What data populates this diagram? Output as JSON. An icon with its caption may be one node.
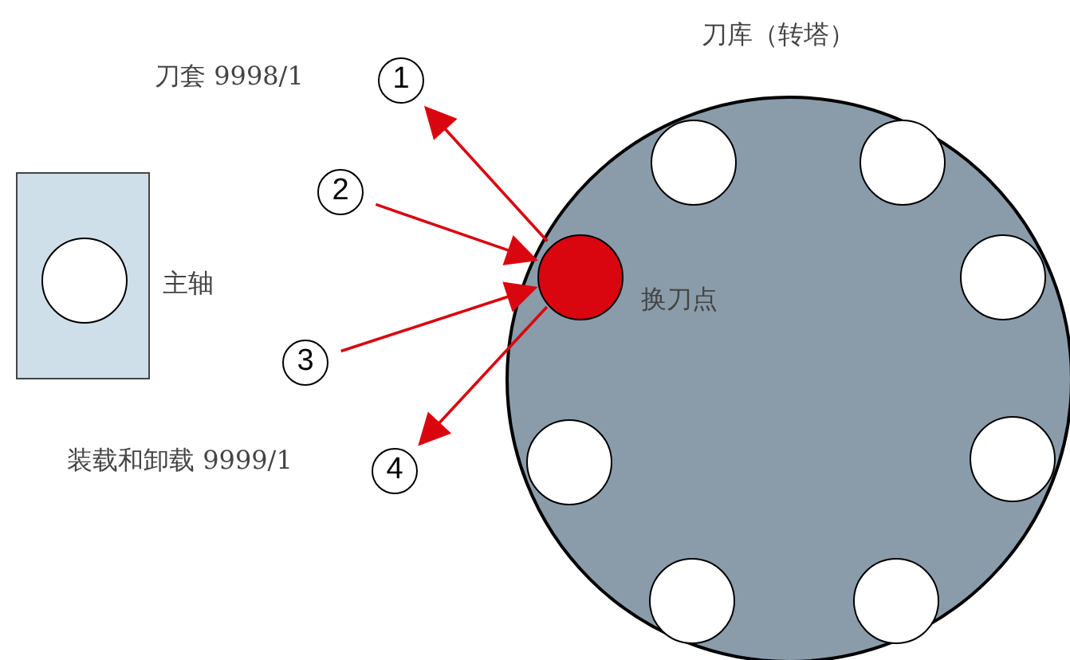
{
  "diagram": {
    "nodes": [
      {
        "text": [
          "刀库（转塔）"
        ]
      },
      {
        "text": [],
        "shape": "circle",
        "in": 0
      },
      {
        "text": [],
        "shape": "circle",
        "in": 0
      },
      {
        "text": [],
        "shape": "circle",
        "in": 0
      },
      {
        "text": [],
        "shape": "circle",
        "in": 0
      },
      {
        "text": [],
        "shape": "circle",
        "in": 0
      },
      {
        "text": [],
        "shape": "circle",
        "in": 0
      },
      {
        "text": [],
        "shape": "circle",
        "in": 0
      },
      {
        "text": [],
        "shape": "circle",
        "in": 0,
        "beside": [
          "换刀点"
        ]
      },
      {
        "text": [],
        "shape": "box",
        "beside": [
          "主轴"
        ]
      },
      {
        "text": [],
        "shape": "circle",
        "in": 9
      },
      {
        "text": [
          "1"
        ],
        "beside": [
          "刀套 9998/1"
        ]
      },
      {
        "text": [
          "2"
        ]
      },
      {
        "text": [
          "3"
        ]
      },
      {
        "text": [
          "4"
        ],
        "beside": [
          "装载和卸载 9999/1"
        ]
      }
    ],
    "edges": [
      {
        "from": 8,
        "to": 11,
        "arrow": "to"
      },
      {
        "from": 12,
        "to": 8,
        "arrow": "to"
      },
      {
        "from": 13,
        "to": 8,
        "arrow": "to"
      },
      {
        "from": 8,
        "to": 14,
        "arrow": "to"
      }
    ]
  }
}
